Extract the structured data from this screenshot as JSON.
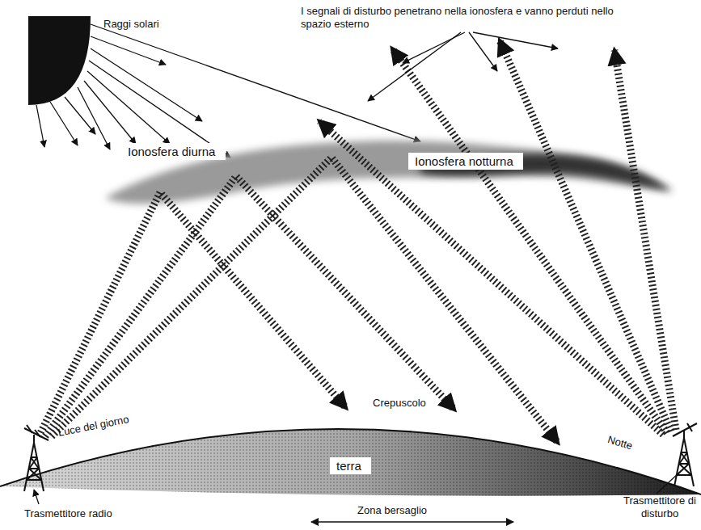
{
  "diagram": {
    "nodes": [
      {
        "text": [
          "Ionosfera diurna"
        ]
      },
      {
        "text": [
          "Ionosfera notturna"
        ]
      },
      {
        "text": [
          "terra"
        ]
      }
    ],
    "labels": [
      "I segnali di disturbo penetrano nella ionosfera e vanno perduti nello spazio esterno",
      "Raggi solari",
      "Crepuscolo",
      "Luce del giorno",
      "Notte",
      "Trasmettitore radio",
      "Zona bersaglio",
      "Trasmettitore di disturbo"
    ]
  }
}
